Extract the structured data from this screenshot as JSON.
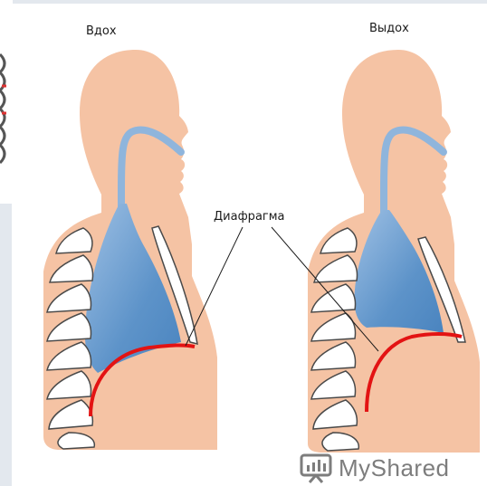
{
  "labels": {
    "inhale": "Вдох",
    "exhale": "Выдох",
    "diaphragm": "Диафрагма"
  },
  "watermark": {
    "text": "MyShared",
    "icon": "presentation-board-icon"
  },
  "colors": {
    "background": "#e3e8ee",
    "panel": "#ffffff",
    "skin": "#f5c3a4",
    "lungs": "#5d93c9",
    "airway": "#8fb5dc",
    "bone": "#ffffff",
    "diaphragm": "#e31313",
    "outline": "#4a4a4a",
    "watermark": "#7d7d7d"
  }
}
